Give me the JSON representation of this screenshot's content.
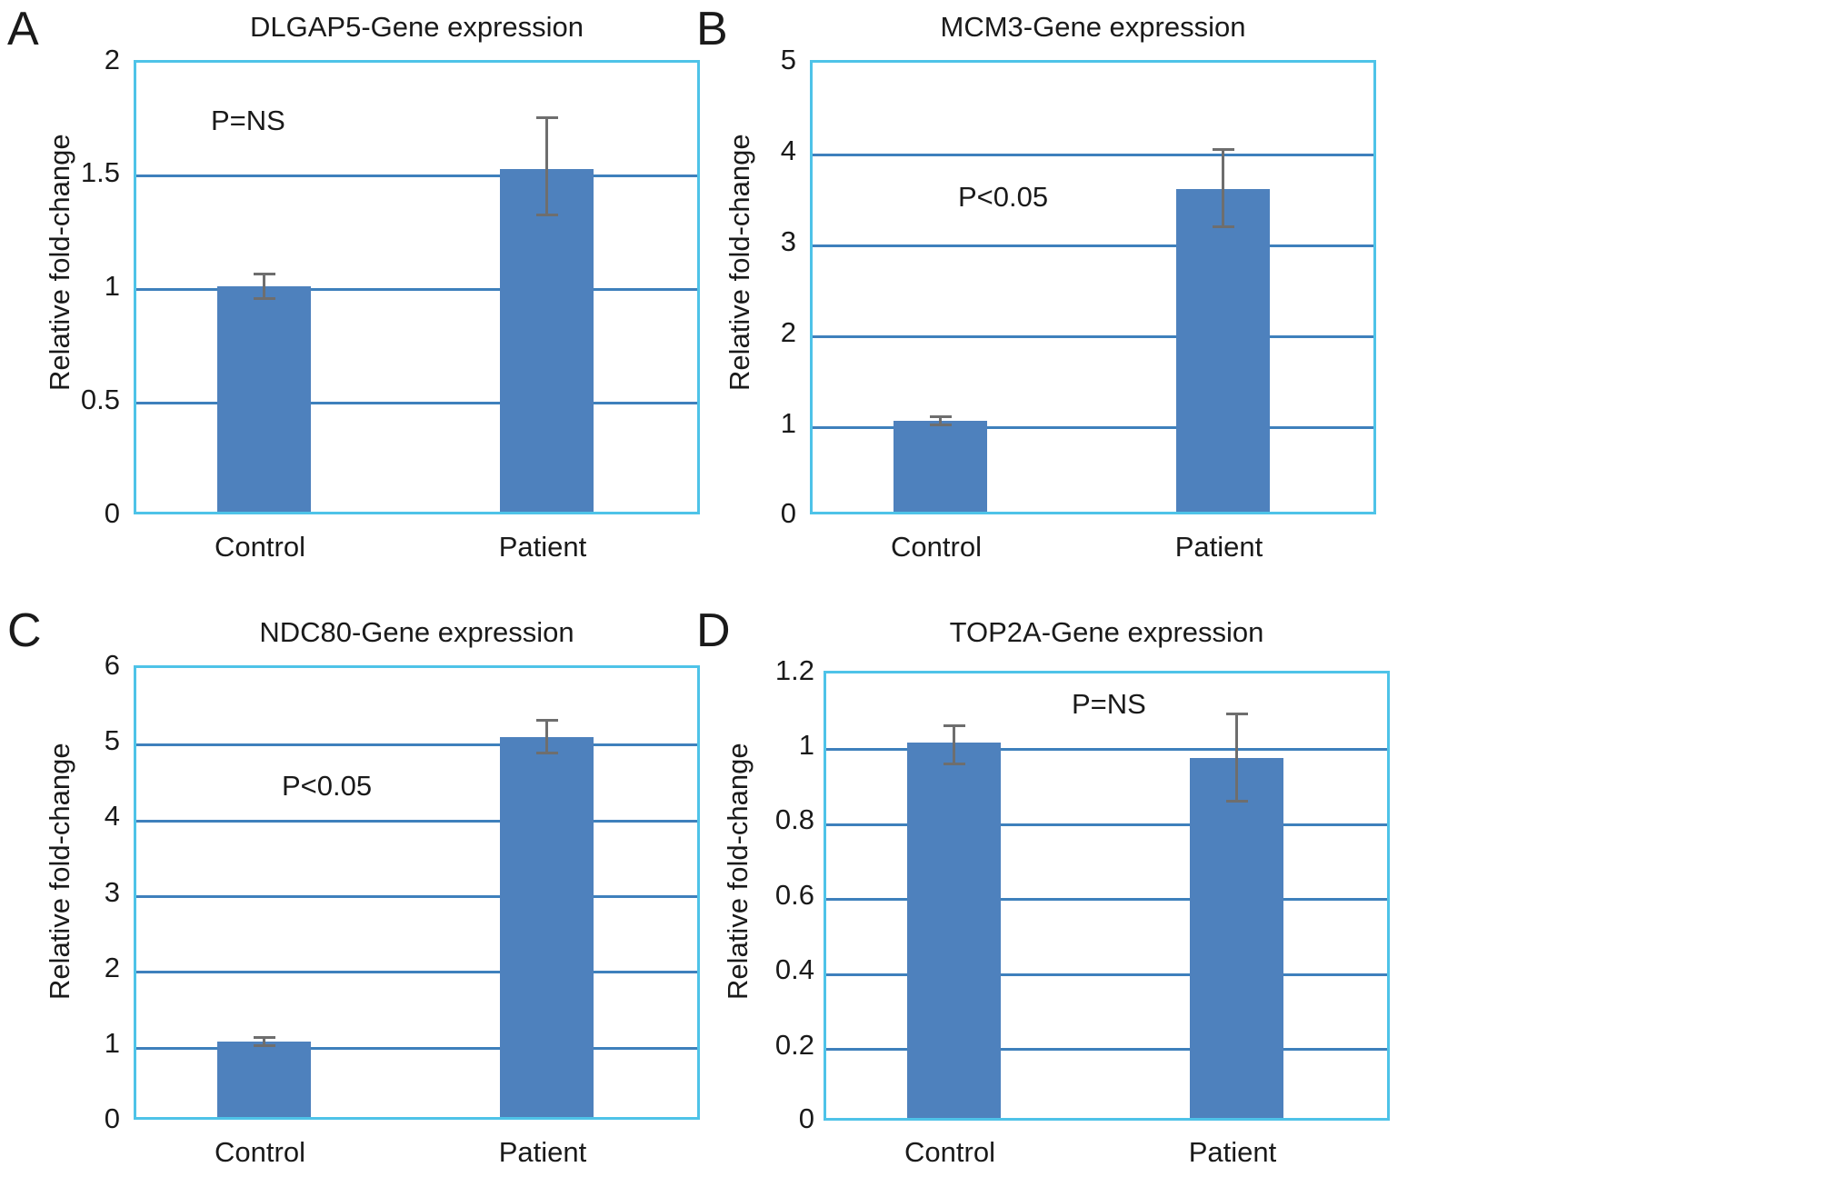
{
  "figure": {
    "background": "#ffffff",
    "bar_color": "#4E81BD",
    "grid_color": "#2E75B6",
    "border_color": "#4EC3E8",
    "error_color": "#6E6E6E"
  },
  "panels": [
    {
      "letter": "A",
      "title": "DLGAP5-Gene expression",
      "ylabel": "Relative fold-change",
      "pvalue": "P=NS",
      "categories": [
        "Control",
        "Patient"
      ],
      "ticks": [
        "0",
        "0.5",
        "1",
        "1.5",
        "2"
      ]
    },
    {
      "letter": "B",
      "title": "MCM3-Gene expression",
      "ylabel": "Relative fold-change",
      "pvalue": "P<0.05",
      "categories": [
        "Control",
        "Patient"
      ],
      "ticks": [
        "0",
        "1",
        "2",
        "3",
        "4",
        "5"
      ]
    },
    {
      "letter": "C",
      "title": "NDC80-Gene expression",
      "ylabel": "Relative fold-change",
      "pvalue": "P<0.05",
      "categories": [
        "Control",
        "Patient"
      ],
      "ticks": [
        "0",
        "1",
        "2",
        "3",
        "4",
        "5",
        "6"
      ]
    },
    {
      "letter": "D",
      "title": "TOP2A-Gene expression",
      "ylabel": "Relative fold-change",
      "pvalue": "P=NS",
      "categories": [
        "Control",
        "Patient"
      ],
      "ticks": [
        "0",
        "0.2",
        "0.4",
        "0.6",
        "0.8",
        "1",
        "1.2"
      ]
    }
  ],
  "chart_data": [
    {
      "type": "bar",
      "panel": "A",
      "title": "DLGAP5-Gene expression",
      "xlabel": "",
      "ylabel": "Relative fold-change",
      "categories": [
        "Control",
        "Patient"
      ],
      "values": [
        1.0,
        1.51
      ],
      "errors_low": [
        0.97,
        1.3
      ],
      "errors_high": [
        1.03,
        1.74
      ],
      "ylim": [
        0,
        2
      ],
      "yticks": [
        0,
        0.5,
        1,
        1.5,
        2
      ],
      "grid": true,
      "legend": "none",
      "annotations": [
        "P=NS"
      ]
    },
    {
      "type": "bar",
      "panel": "B",
      "title": "MCM3-Gene expression",
      "xlabel": "",
      "ylabel": "Relative fold-change",
      "categories": [
        "Control",
        "Patient"
      ],
      "values": [
        1.0,
        3.55
      ],
      "errors_low": [
        0.94,
        3.12
      ],
      "errors_high": [
        1.06,
        4.0
      ],
      "ylim": [
        0,
        5
      ],
      "yticks": [
        0,
        1,
        2,
        3,
        4,
        5
      ],
      "grid": true,
      "legend": "none",
      "annotations": [
        "P<0.05"
      ]
    },
    {
      "type": "bar",
      "panel": "C",
      "title": "NDC80-Gene expression",
      "xlabel": "",
      "ylabel": "Relative fold-change",
      "categories": [
        "Control",
        "Patient"
      ],
      "values": [
        1.0,
        5.02
      ],
      "errors_low": [
        0.93,
        4.79
      ],
      "errors_high": [
        1.07,
        5.26
      ],
      "ylim": [
        0,
        6
      ],
      "yticks": [
        0,
        1,
        2,
        3,
        4,
        5,
        6
      ],
      "grid": true,
      "legend": "none",
      "annotations": [
        "P<0.05"
      ]
    },
    {
      "type": "bar",
      "panel": "D",
      "title": "TOP2A-Gene expression",
      "xlabel": "",
      "ylabel": "Relative fold-change",
      "categories": [
        "Control",
        "Patient"
      ],
      "values": [
        1.0,
        0.96
      ],
      "errors_low": [
        0.94,
        0.84
      ],
      "errors_high": [
        1.05,
        1.08
      ],
      "ylim": [
        0,
        1.2
      ],
      "yticks": [
        0,
        0.2,
        0.4,
        0.6,
        0.8,
        1.0,
        1.2
      ],
      "grid": true,
      "legend": "none",
      "annotations": [
        "P=NS"
      ]
    }
  ]
}
